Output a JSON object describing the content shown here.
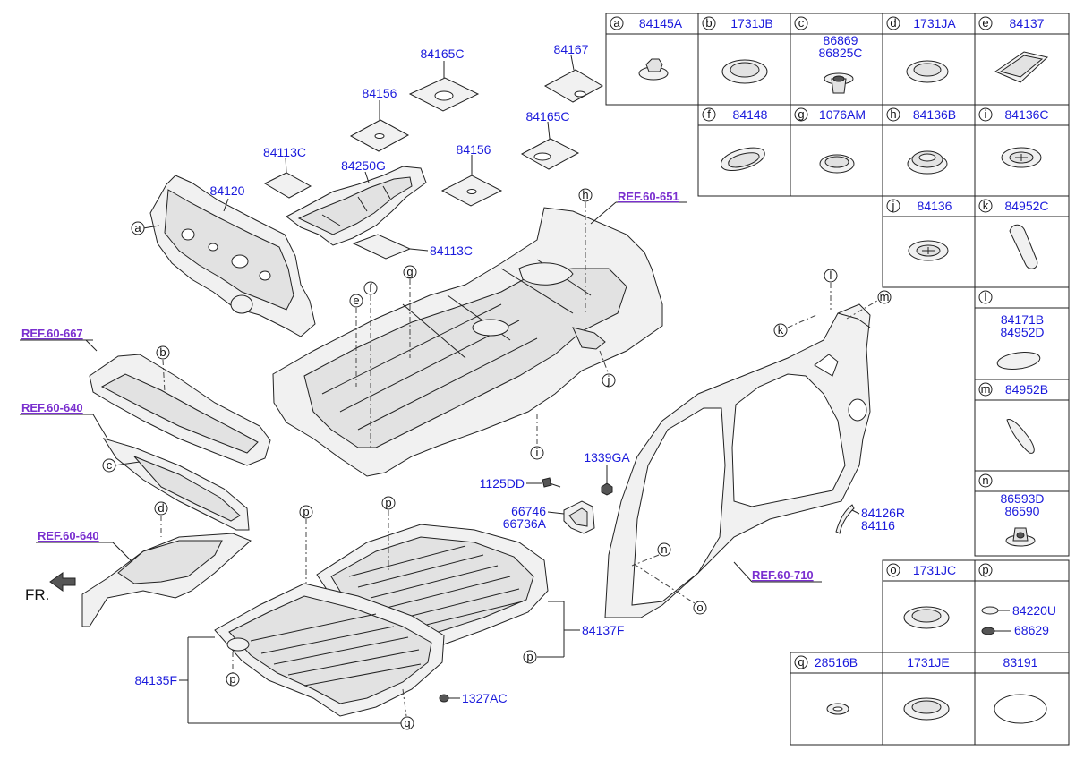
{
  "callouts": {
    "p84165C_a": "84165C",
    "p84167": "84167",
    "p84156_a": "84156",
    "p84165C_b": "84165C",
    "p84113C_a": "84113C",
    "p84250G": "84250G",
    "p84156_b": "84156",
    "p84120": "84120",
    "p84113C_b": "84113C",
    "p1339GA": "1339GA",
    "p1125DD": "1125DD",
    "p66746": "66746",
    "p66736A": "66736A",
    "p84126R": "84126R",
    "p84116": "84116",
    "p84137F": "84137F",
    "p84135F": "84135F",
    "p1327AC": "1327AC",
    "fr": "FR."
  },
  "refs": {
    "r651": "REF.60-651",
    "r667": "REF.60-667",
    "r640a": "REF.60-640",
    "r640b": "REF.60-640",
    "r710": "REF.60-710"
  },
  "letters": {
    "a": "a",
    "b": "b",
    "c": "c",
    "d": "d",
    "e": "e",
    "f": "f",
    "g": "g",
    "h": "h",
    "i": "i",
    "j": "j",
    "k": "k",
    "l": "l",
    "m": "m",
    "n": "n",
    "o": "o",
    "p": "p",
    "q": "q"
  },
  "grid": {
    "a": {
      "letter": "a",
      "part": "84145A"
    },
    "b": {
      "letter": "b",
      "part": "1731JB"
    },
    "c": {
      "letter": "c",
      "part1": "86869",
      "part2": "86825C"
    },
    "d": {
      "letter": "d",
      "part": "1731JA"
    },
    "e": {
      "letter": "e",
      "part": "84137"
    },
    "f": {
      "letter": "f",
      "part": "84148"
    },
    "g": {
      "letter": "g",
      "part": "1076AM"
    },
    "h": {
      "letter": "h",
      "part": "84136B"
    },
    "i": {
      "letter": "i",
      "part": "84136C"
    },
    "j": {
      "letter": "j",
      "part": "84136"
    },
    "k": {
      "letter": "k",
      "part": "84952C"
    },
    "l": {
      "letter": "l",
      "part1": "84171B",
      "part2": "84952D"
    },
    "m": {
      "letter": "m",
      "part": "84952B"
    },
    "n": {
      "letter": "n",
      "part1": "86593D",
      "part2": "86590"
    },
    "o": {
      "letter": "o",
      "part": "1731JC"
    },
    "p": {
      "letter": "p",
      "part1": "84220U",
      "part2": "68629"
    },
    "q": {
      "letter": "q",
      "part1": "28516B",
      "part2": "1731JE",
      "part3": "83191"
    }
  },
  "colors": {
    "part_number": "#1a1adc",
    "reference": "#7a2fcf",
    "line": "#222222"
  }
}
